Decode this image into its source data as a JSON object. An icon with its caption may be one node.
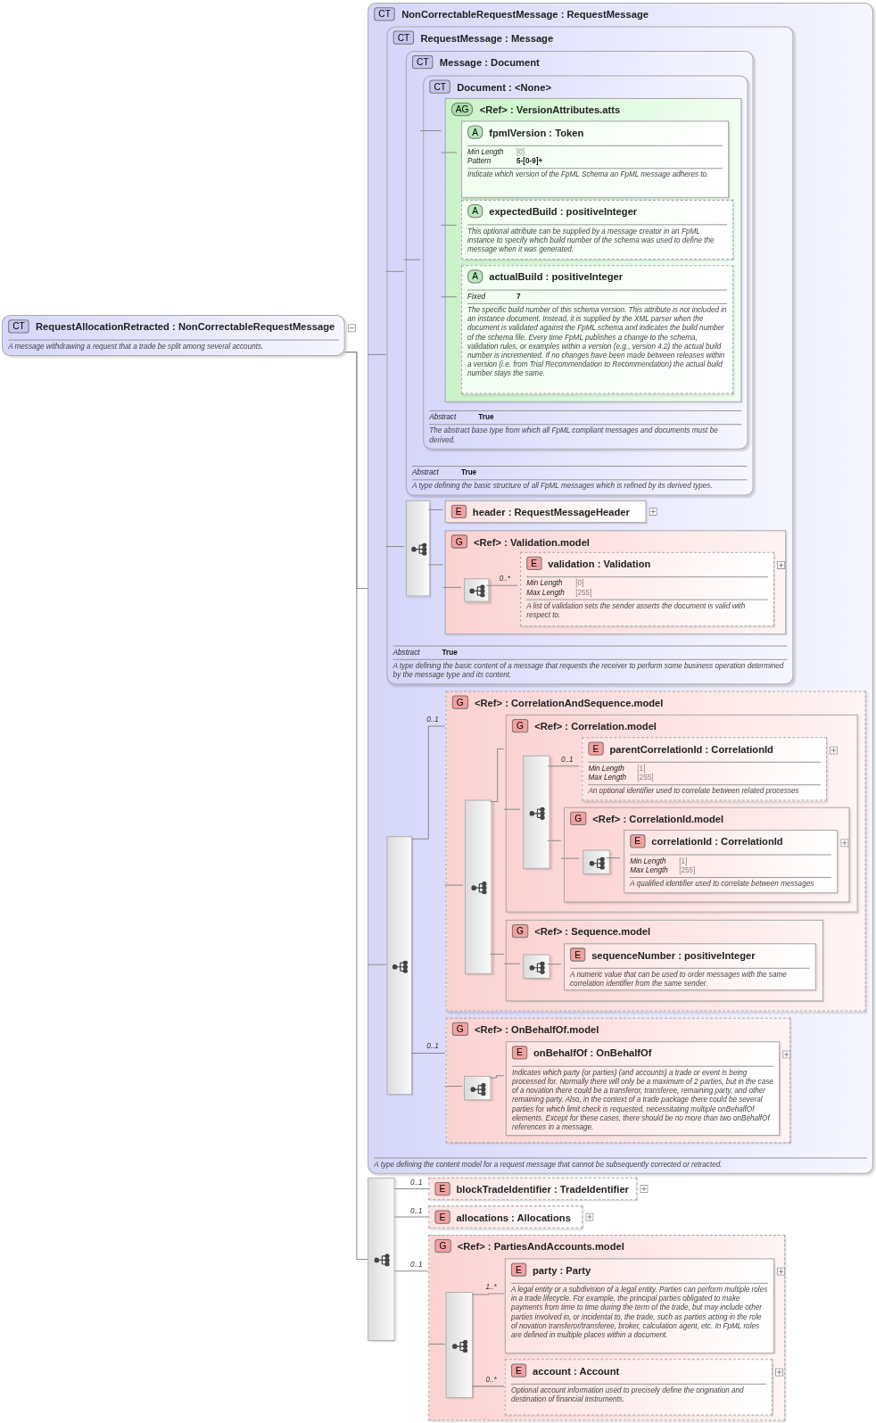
{
  "diagram": {
    "nodes": [
      {
        "text": [
          "CT",
          "RequestAllocationRetracted : NonCorrectableRequestMessage",
          "A message withdrawing a request that a trade be split among several accounts."
        ]
      },
      {
        "text": [
          "CT",
          "NonCorrectableRequestMessage : RequestMessage",
          "A type defining the content model for a request message that cannot be subsequently corrected or retracted."
        ]
      },
      {
        "text": [
          "CT",
          "RequestMessage : Message",
          "Abstract",
          "True",
          "A type defining the basic content of a message that requests the receiver to perform some business operation determined by the message type and its content."
        ],
        "in": 1
      },
      {
        "text": [
          "CT",
          "Message : Document",
          "Abstract",
          "True",
          "A type defining the basic structure of all FpML messages which is refined by its derived types."
        ],
        "in": 2
      },
      {
        "text": [
          "CT",
          "Document : <None>",
          "Abstract",
          "True",
          "The abstract base type from which all FpML compliant messages and documents must be derived."
        ],
        "in": 3
      },
      {
        "text": [
          "AG",
          "<Ref> : VersionAttributes.atts"
        ],
        "in": 4
      },
      {
        "text": [
          "A",
          "fpmlVersion : Token",
          "Min Length",
          "[0]",
          "Pattern",
          "5-[0-9]+",
          "Indicate which version of the FpML Schema an FpML message adheres to."
        ],
        "in": 5
      },
      {
        "text": [
          "A",
          "expectedBuild : positiveInteger",
          "This optional attribute can be supplied by a message creator in an FpML instance to specify which build number of the schema was used to define the message when it was generated."
        ],
        "in": 5
      },
      {
        "text": [
          "A",
          "actualBuild : positiveInteger",
          "Fixed",
          "7",
          "The specific build number of this schema version. This attribute is not included in an instance document. Instead, it is supplied by the XML parser when the document is validated against the FpML schema and indicates the build number of the schema file. Every time FpML publishes a change to the schema, validation rules, or examples within a version (e.g., version 4.2) the actual build number is incremented. If no changes have been made between releases within a version (i.e. from Trial Recommendation to Recommendation) the actual build number stays the same."
        ],
        "in": 5
      },
      {
        "text": [],
        "shape": "box",
        "in": 2
      },
      {
        "text": [
          "E",
          "header : RequestMessageHeader"
        ],
        "in": 2
      },
      {
        "text": [
          "G",
          "<Ref> : Validation.model"
        ],
        "in": 2
      },
      {
        "text": [],
        "shape": "box",
        "in": 11
      },
      {
        "text": [
          "E",
          "validation : Validation",
          "Min Length",
          "[0]",
          "Max Length",
          "[255]",
          "A list of validation sets the sender asserts the document is valid with respect to."
        ],
        "in": 11
      },
      {
        "text": [],
        "shape": "box",
        "in": 1
      },
      {
        "text": [
          "G",
          "<Ref> : CorrelationAndSequence.model"
        ],
        "in": 1
      },
      {
        "text": [],
        "shape": "box",
        "in": 15
      },
      {
        "text": [
          "G",
          "<Ref> : Correlation.model"
        ],
        "in": 15
      },
      {
        "text": [],
        "shape": "box",
        "in": 17
      },
      {
        "text": [
          "E",
          "parentCorrelationId : CorrelationId",
          "Min Length",
          "[1]",
          "Max Length",
          "[255]",
          "An optional identifier used to correlate between related processes"
        ],
        "in": 17
      },
      {
        "text": [
          "G",
          "<Ref> : CorrelationId.model"
        ],
        "in": 17
      },
      {
        "text": [],
        "shape": "box",
        "in": 20
      },
      {
        "text": [
          "E",
          "correlationId : CorrelationId",
          "Min Length",
          "[1]",
          "Max Length",
          "[255]",
          "A qualified identifier used to correlate between messages"
        ],
        "in": 20
      },
      {
        "text": [
          "G",
          "<Ref> : Sequence.model"
        ],
        "in": 15
      },
      {
        "text": [],
        "shape": "box",
        "in": 23
      },
      {
        "text": [
          "E",
          "sequenceNumber : positiveInteger",
          "A numeric value that can be used to order messages with the same correlation identifier from the same sender."
        ],
        "in": 23
      },
      {
        "text": [
          "G",
          "<Ref> : OnBehalfOf.model"
        ],
        "in": 1
      },
      {
        "text": [],
        "shape": "box",
        "in": 26
      },
      {
        "text": [
          "E",
          "onBehalfOf : OnBehalfOf",
          "Indicates which party (or parties) (and accounts) a trade or event is being processed for. Normally there will only be a maximum of 2 parties, but in the case of a novation there could be a transferor, transferee, remaining party, and other remaining party. Also, in the context of a trade package there could be several parties for which limit check is requested, necessitating multiple onBehalfOf elements. Except for these cases, there should be no more than two onBehalfOf references in a message."
        ],
        "in": 26
      },
      {
        "text": [],
        "shape": "box"
      },
      {
        "text": [
          "E",
          "blockTradeIdentifier : TradeIdentifier"
        ]
      },
      {
        "text": [
          "E",
          "allocations : Allocations"
        ]
      },
      {
        "text": [
          "G",
          "<Ref> : PartiesAndAccounts.model"
        ]
      },
      {
        "text": [],
        "shape": "box",
        "in": 32
      },
      {
        "text": [
          "E",
          "party : Party",
          "A legal entity or a subdivision of a legal entity. Parties can perform multiple roles in a trade lifecycle. For example, the principal parties obligated to make payments from time to time during the term of the trade, but may include other parties involved in, or incidental to, the trade, such as parties acting in the role of novation transferor/transferee, broker, calculation agent, etc. In FpML roles are defined in multiple places within a document."
        ],
        "in": 32
      },
      {
        "text": [
          "E",
          "account : Account",
          "Optional account information used to precisely define the origination and destination of financial instruments."
        ],
        "in": 32
      }
    ],
    "edges": [
      {
        "from": 0,
        "to": 1,
        "arrow": "none"
      },
      {
        "from": 0,
        "to": 29,
        "arrow": "none"
      },
      {
        "from": 1,
        "to": 2,
        "arrow": "none"
      },
      {
        "from": 1,
        "to": 14,
        "arrow": "none"
      },
      {
        "from": 2,
        "to": 3,
        "arrow": "none"
      },
      {
        "from": 2,
        "to": 9,
        "arrow": "none"
      },
      {
        "from": 3,
        "to": 4,
        "arrow": "none"
      },
      {
        "from": 4,
        "to": 5,
        "arrow": "none"
      },
      {
        "from": 5,
        "to": 6,
        "arrow": "none"
      },
      {
        "from": 5,
        "to": 7,
        "arrow": "none"
      },
      {
        "from": 5,
        "to": 8,
        "arrow": "none"
      },
      {
        "from": 9,
        "to": 10,
        "arrow": "none"
      },
      {
        "from": 9,
        "to": 11,
        "arrow": "none"
      },
      {
        "from": 11,
        "to": 12,
        "arrow": "none"
      },
      {
        "from": 12,
        "to": 13,
        "label": "0..*",
        "arrow": "none"
      },
      {
        "from": 14,
        "to": 15,
        "label": "0..1",
        "arrow": "none"
      },
      {
        "from": 14,
        "to": 26,
        "label": "0..1",
        "arrow": "none"
      },
      {
        "from": 15,
        "to": 16,
        "arrow": "none"
      },
      {
        "from": 16,
        "to": 17,
        "arrow": "none"
      },
      {
        "from": 16,
        "to": 23,
        "arrow": "none"
      },
      {
        "from": 17,
        "to": 18,
        "arrow": "none"
      },
      {
        "from": 18,
        "to": 19,
        "label": "0..1",
        "arrow": "none"
      },
      {
        "from": 18,
        "to": 20,
        "arrow": "none"
      },
      {
        "from": 20,
        "to": 21,
        "arrow": "none"
      },
      {
        "from": 21,
        "to": 22,
        "arrow": "none"
      },
      {
        "from": 23,
        "to": 24,
        "arrow": "none"
      },
      {
        "from": 24,
        "to": 25,
        "arrow": "none"
      },
      {
        "from": 26,
        "to": 27,
        "arrow": "none"
      },
      {
        "from": 27,
        "to": 28,
        "arrow": "none"
      },
      {
        "from": 29,
        "to": 30,
        "label": "0..1",
        "arrow": "none"
      },
      {
        "from": 29,
        "to": 31,
        "label": "0..1",
        "arrow": "none"
      },
      {
        "from": 29,
        "to": 32,
        "label": "0..1",
        "arrow": "none"
      },
      {
        "from": 32,
        "to": 33,
        "arrow": "none"
      },
      {
        "from": 33,
        "to": 34,
        "label": "1..*",
        "arrow": "none"
      },
      {
        "from": 33,
        "to": 35,
        "label": "0..*",
        "arrow": "none"
      }
    ]
  }
}
